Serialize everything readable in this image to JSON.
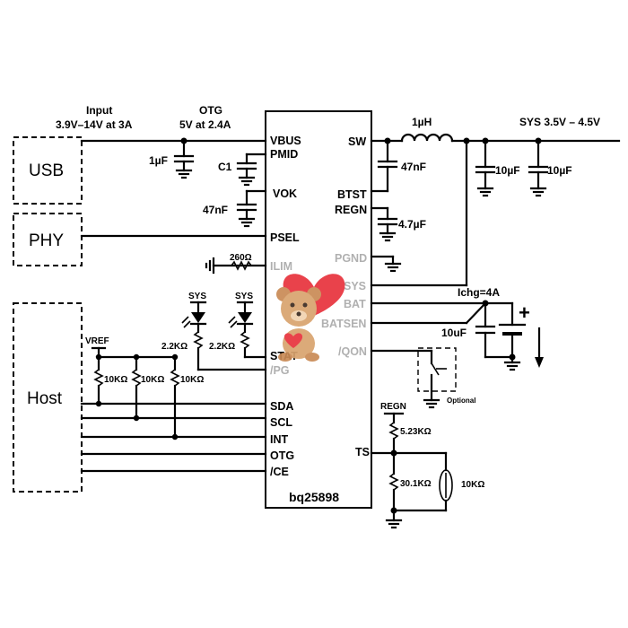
{
  "labels": {
    "input_title": "Input",
    "input_range": "3.9V–14V at 3A",
    "otg_title": "OTG",
    "otg_range": "5V at 2.4A",
    "sys_range": "SYS 3.5V – 4.5V",
    "usb": "USB",
    "phy": "PHY",
    "host": "Host",
    "chip": "bq25898",
    "c_1uf": "1µF",
    "c1": "C1",
    "c_47nf_vok": "47nF",
    "r_ilim": "260Ω",
    "sys_led1": "SYS",
    "sys_led2": "SYS",
    "r_22k_1": "2.2KΩ",
    "r_22k_2": "2.2KΩ",
    "vref": "VREF",
    "r_10k_1": "10KΩ",
    "r_10k_2": "10KΩ",
    "r_10k_3": "10KΩ",
    "inductor": "1µH",
    "c_47nf_btst": "47nF",
    "c_47uf": "4.7µF",
    "c_10uf_1": "10µF",
    "c_10uf_2": "10µF",
    "ichg": "Ichg=4A",
    "c_10uf_bat": "10uF",
    "plus": "+",
    "optional": "Optional",
    "regn_ext": "REGN",
    "r_523k": "5.23KΩ",
    "r_301k": "30.1KΩ",
    "r_ntc": "10KΩ"
  },
  "pins": {
    "vbus": "VBUS",
    "pmid": "PMID",
    "vok": "VOK",
    "psel": "PSEL",
    "ilim": "ILIM",
    "stat": "STAT",
    "pg": "/PG",
    "sda": "SDA",
    "scl": "SCL",
    "int": "INT",
    "otg": "OTG",
    "ce": "/CE",
    "sw": "SW",
    "btst": "BTST",
    "regn": "REGN",
    "pgnd": "PGND",
    "sys": "SYS",
    "bat": "BAT",
    "batsen": "BATSEN",
    "qon": "/QON",
    "ts": "TS"
  },
  "colors": {
    "line": "#000000",
    "faded_pin": "#b0b0b0",
    "watermark_heart": "#e8323c",
    "watermark_bear": "#d9a36e"
  },
  "icons": {
    "watermark": "teddy-bear-heart-watermark"
  }
}
